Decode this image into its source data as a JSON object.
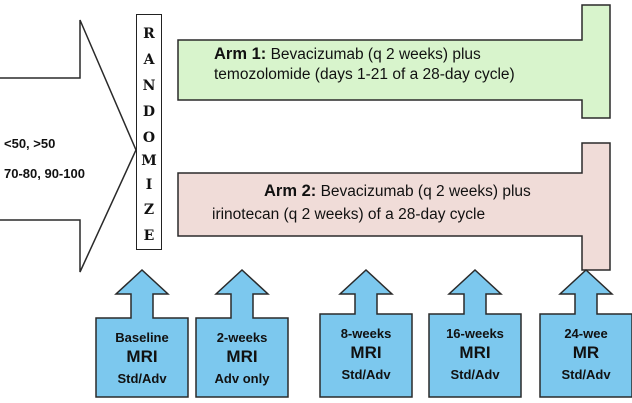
{
  "colors": {
    "arm1_fill": "#d8f4cc",
    "arm2_fill": "#f0dcd8",
    "mri_fill": "#7cc8ee",
    "outline": "#2a2a2a",
    "background": "#ffffff"
  },
  "stratification": {
    "line1": "<50, >50",
    "line2": "70-80, 90-100"
  },
  "randomize": [
    "R",
    "A",
    "N",
    "D",
    "O",
    "M",
    "I",
    "Z",
    "E"
  ],
  "arm1": {
    "label": "Arm 1:",
    "line1": "Bevacizumab (q 2 weeks) plus",
    "line2": "temozolomide (days 1-21 of a 28-day cycle)"
  },
  "arm2": {
    "label": "Arm 2:",
    "line1": "Bevacizumab (q 2 weeks) plus",
    "line2": "irinotecan (q 2 weeks) of a 28-day cycle"
  },
  "mri_timepoints": [
    {
      "time": "Baseline",
      "label": "MRI",
      "type": "Std/Adv"
    },
    {
      "time": "2-weeks",
      "label": "MRI",
      "type": "Adv only"
    },
    {
      "time": "8-weeks",
      "label": "MRI",
      "type": "Std/Adv"
    },
    {
      "time": "16-weeks",
      "label": "MRI",
      "type": "Std/Adv"
    },
    {
      "time": "24-wee",
      "label": "MR",
      "type": "Std/Adv"
    }
  ]
}
